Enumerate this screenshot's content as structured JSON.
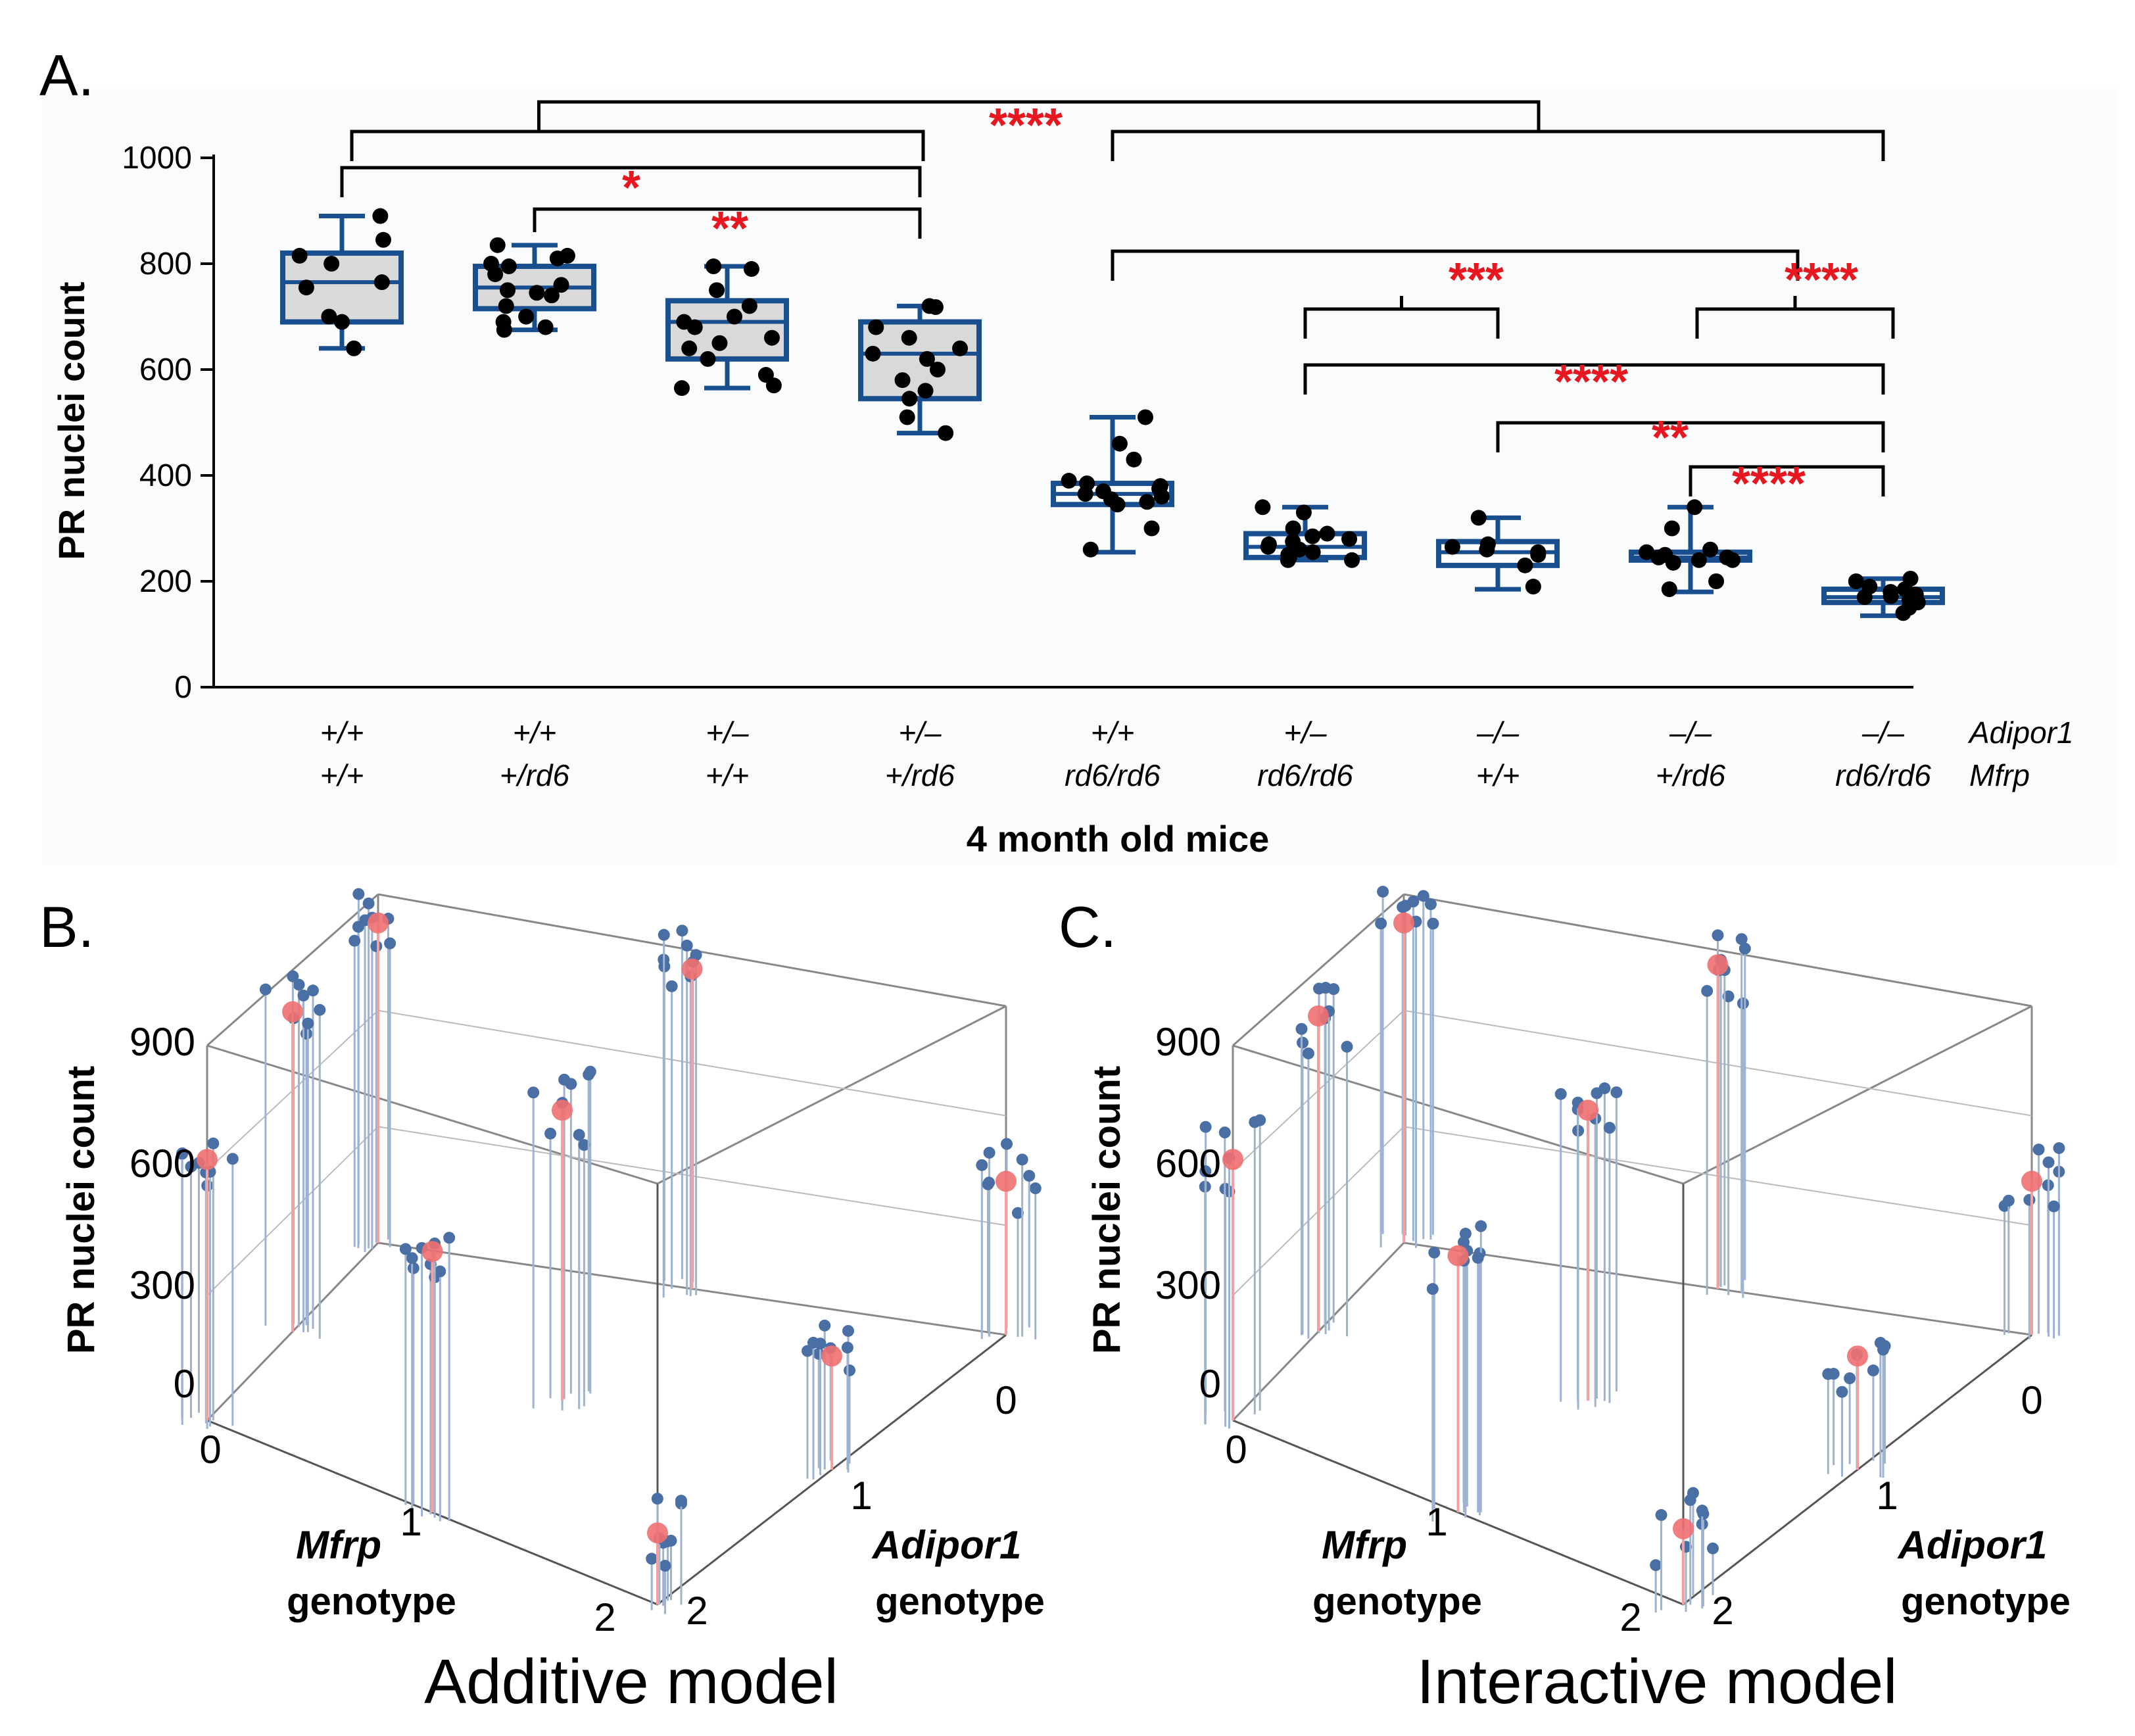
{
  "panel_labels": [
    "A.",
    "B.",
    "C."
  ],
  "chart_data": [
    {
      "type": "box",
      "ylabel": "PR nuclei count",
      "xlabel": "4 month old mice",
      "ylim": [
        0,
        1000
      ],
      "yticks": [
        0,
        200,
        400,
        600,
        800,
        1000
      ],
      "row_labels": [
        "Adipor1",
        "Mfrp"
      ],
      "categories": [
        {
          "adipor1": "+/+",
          "mfrp": "+/+"
        },
        {
          "adipor1": "+/+",
          "mfrp": "+/rd6"
        },
        {
          "adipor1": "+/–",
          "mfrp": "+/+"
        },
        {
          "adipor1": "+/–",
          "mfrp": "+/rd6"
        },
        {
          "adipor1": "+/+",
          "mfrp": "rd6/rd6"
        },
        {
          "adipor1": "+/–",
          "mfrp": "rd6/rd6"
        },
        {
          "adipor1": "–/–",
          "mfrp": "+/+"
        },
        {
          "adipor1": "–/–",
          "mfrp": "+/rd6"
        },
        {
          "adipor1": "–/–",
          "mfrp": "rd6/rd6"
        }
      ],
      "boxes": [
        {
          "min": 640,
          "q1": 690,
          "median": 765,
          "q3": 820,
          "max": 890,
          "fill": "#d9d9d9",
          "points": [
            890,
            845,
            815,
            800,
            765,
            755,
            700,
            690,
            640
          ]
        },
        {
          "min": 675,
          "q1": 715,
          "median": 755,
          "q3": 795,
          "max": 835,
          "fill": "#d9d9d9",
          "points": [
            835,
            815,
            810,
            800,
            795,
            780,
            760,
            750,
            745,
            740,
            720,
            700,
            690,
            680,
            675
          ]
        },
        {
          "min": 565,
          "q1": 620,
          "median": 690,
          "q3": 730,
          "max": 795,
          "fill": "#d9d9d9",
          "points": [
            795,
            790,
            750,
            720,
            700,
            690,
            680,
            660,
            650,
            640,
            620,
            590,
            570,
            565
          ]
        },
        {
          "min": 480,
          "q1": 545,
          "median": 630,
          "q3": 690,
          "max": 720,
          "fill": "#d9d9d9",
          "points": [
            720,
            718,
            680,
            660,
            640,
            630,
            620,
            600,
            580,
            560,
            545,
            510,
            480
          ]
        },
        {
          "min": 255,
          "q1": 345,
          "median": 365,
          "q3": 385,
          "max": 510,
          "fill": "#ffffff",
          "points": [
            510,
            460,
            430,
            390,
            385,
            380,
            375,
            370,
            365,
            360,
            355,
            350,
            345,
            300,
            260
          ]
        },
        {
          "min": 240,
          "q1": 245,
          "median": 265,
          "q3": 290,
          "max": 340,
          "fill": "#ffffff",
          "points": [
            340,
            330,
            300,
            290,
            285,
            280,
            275,
            270,
            265,
            260,
            255,
            250,
            245,
            240,
            240
          ]
        },
        {
          "min": 185,
          "q1": 230,
          "median": 255,
          "q3": 275,
          "max": 320,
          "fill": "#ffffff",
          "points": [
            320,
            270,
            265,
            260,
            255,
            250,
            230,
            190
          ]
        },
        {
          "min": 180,
          "q1": 240,
          "median": 245,
          "q3": 255,
          "max": 340,
          "fill": "#ffffff",
          "points": [
            340,
            300,
            260,
            255,
            250,
            245,
            245,
            240,
            240,
            235,
            200,
            185
          ]
        },
        {
          "min": 135,
          "q1": 160,
          "median": 170,
          "q3": 185,
          "max": 205,
          "fill": "#ffffff",
          "points": [
            205,
            200,
            190,
            185,
            180,
            175,
            172,
            170,
            168,
            165,
            160,
            150,
            140
          ]
        }
      ],
      "significance": [
        {
          "label": "*"
        },
        {
          "label": "**"
        },
        {
          "label": "****"
        },
        {
          "label": "***"
        },
        {
          "label": "****"
        },
        {
          "label": "****"
        },
        {
          "label": "**"
        },
        {
          "label": "****"
        }
      ]
    },
    {
      "type": "3d-scatter",
      "title": "Additive model",
      "zlabel": "PR nuclei count",
      "zticks": [
        "0",
        "300",
        "600",
        "900"
      ],
      "xlabel_gene": "Mfrp",
      "xlabel_word": "genotype",
      "ylabel_gene": "Adipor1",
      "ylabel_word": "genotype",
      "xticks": [
        "0",
        "1",
        "2"
      ],
      "yticks": [
        "0",
        "1",
        "2"
      ],
      "colors": {
        "observed": "#4a6fa5",
        "predicted": "#f07070"
      }
    },
    {
      "type": "3d-scatter",
      "title": "Interactive model",
      "zlabel": "PR nuclei count",
      "zticks": [
        "0",
        "300",
        "600",
        "900"
      ],
      "xlabel_gene": "Mfrp",
      "xlabel_word": "genotype",
      "ylabel_gene": "Adipor1",
      "ylabel_word": "genotype",
      "xticks": [
        "0",
        "1",
        "2"
      ],
      "yticks": [
        "0",
        "1",
        "2"
      ],
      "colors": {
        "observed": "#4a6fa5",
        "predicted": "#f07070"
      }
    }
  ]
}
